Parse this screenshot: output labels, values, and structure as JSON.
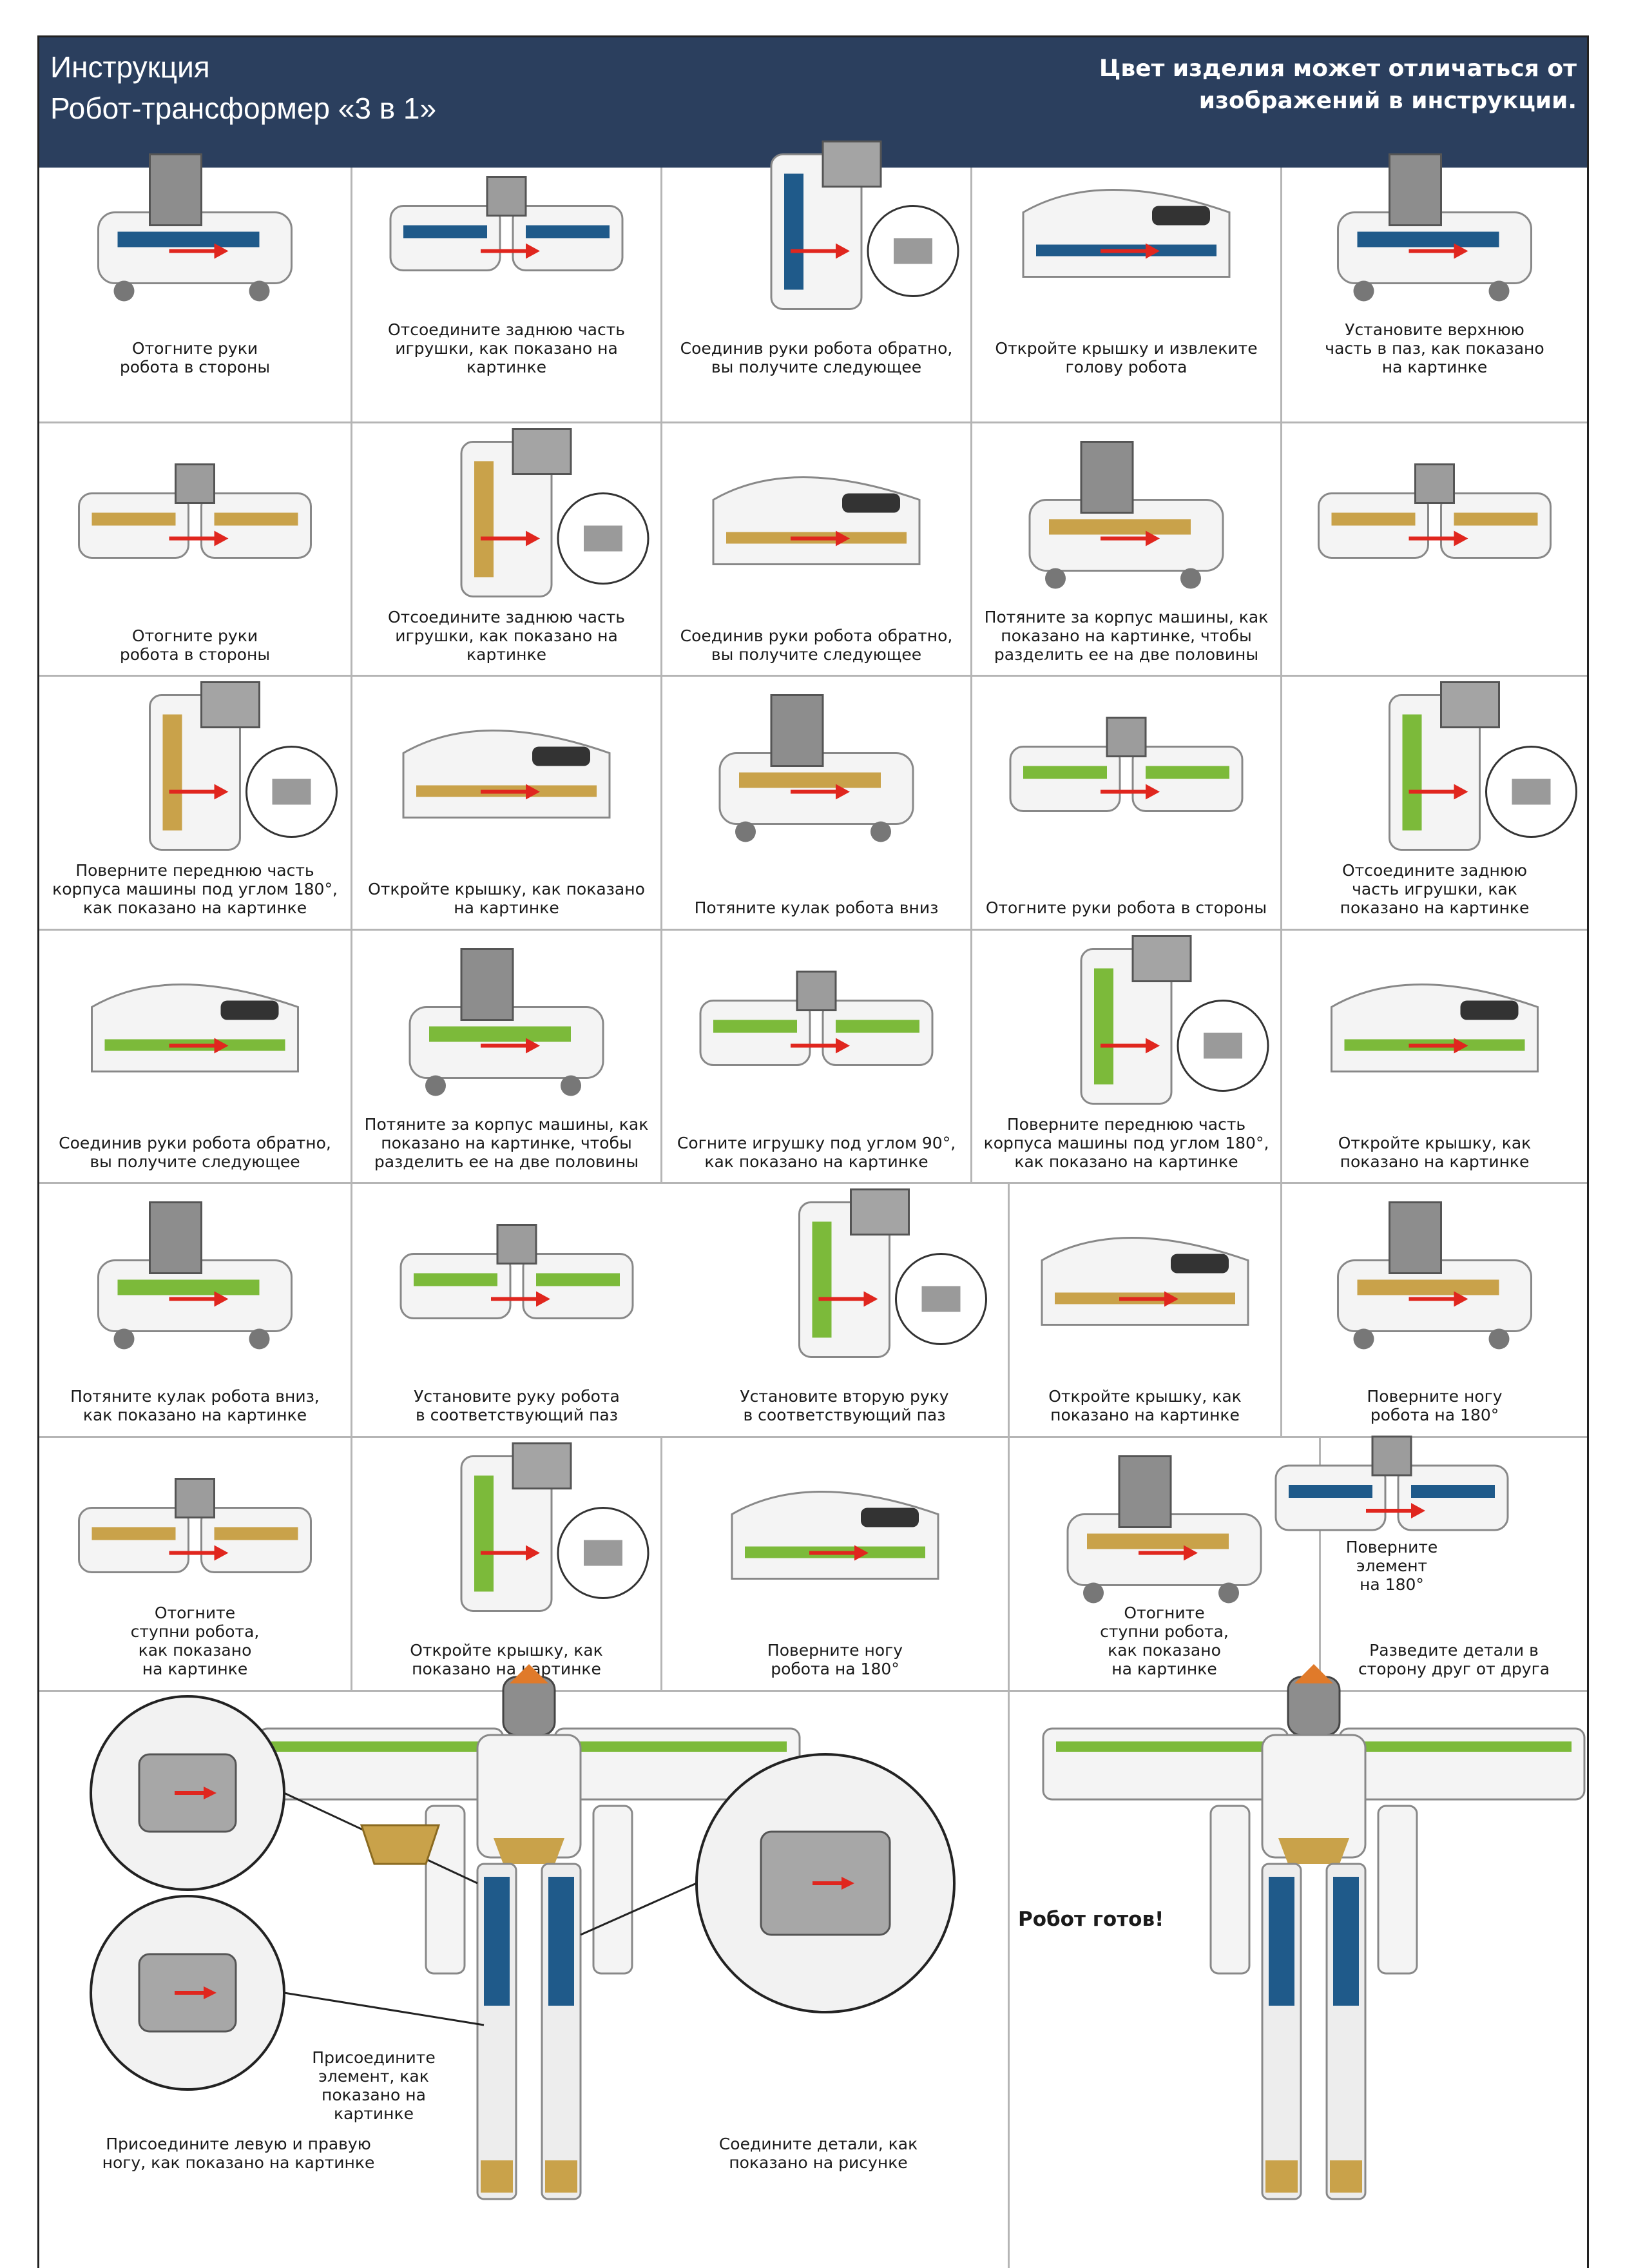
{
  "header": {
    "title_line1": "Инструкция",
    "title_line2": "Робот-трансформер «3 в 1»",
    "note": "Цвет изделия может отличаться от\nизображений в инструкции."
  },
  "colors": {
    "header_bg": "#2b3f5e",
    "blue_body": "#1f5a8a",
    "green_body": "#7cba3a",
    "gold": "#c9a24a",
    "grey": "#9a9a9a",
    "arrow_red": "#e0261e"
  },
  "rows": [
    {
      "cells": [
        {
          "caption": "Отогните руки\nробота в стороны",
          "variant": "blue"
        },
        {
          "caption": "Отсоедините заднюю часть\nигрушки, как показано на картинке",
          "variant": "blue"
        },
        {
          "caption": "Соединив руки робота обратно,\nвы получите следующее",
          "variant": "blue"
        },
        {
          "caption": "Откройте крышку и извлеките\nголову робота",
          "variant": "blue"
        },
        {
          "caption": "Установите верхнюю\nчасть в паз, как показано\nна картинке",
          "variant": "blue"
        }
      ]
    },
    {
      "cells": [
        {
          "caption": "Отогните руки\nробота в стороны",
          "variant": "gold"
        },
        {
          "caption": "Отсоедините заднюю часть\nигрушки, как показано на картинке",
          "variant": "gold"
        },
        {
          "caption": "Соединив руки робота обратно,\nвы получите следующее",
          "variant": "gold"
        },
        {
          "caption": "Потяните за корпус машины, как\nпоказано на картинке, чтобы\nразделить ее на две половины",
          "variant": "gold"
        },
        {
          "caption": "",
          "variant": "gold"
        }
      ]
    },
    {
      "cells": [
        {
          "caption": "Поверните переднюю часть\nкорпуса машины под углом 180°,\nкак показано на картинке",
          "variant": "gold"
        },
        {
          "caption": "Откройте крышку, как показано\nна картинке",
          "variant": "gold"
        },
        {
          "caption": "Потяните кулак робота вниз",
          "variant": "gold"
        },
        {
          "caption": "Отогните руки робота в стороны",
          "variant": "green"
        },
        {
          "caption": "Отсоедините заднюю\nчасть игрушки, как\nпоказано на картинке",
          "variant": "green"
        }
      ]
    },
    {
      "cells": [
        {
          "caption": "Соединив руки робота обратно,\nвы получите следующее",
          "variant": "green"
        },
        {
          "caption": "Потяните за корпус машины, как\nпоказано на картинке, чтобы\nразделить ее на две половины",
          "variant": "green"
        },
        {
          "caption": "Согните игрушку под углом 90°,\nкак показано на картинке",
          "variant": "green"
        },
        {
          "caption": "Поверните переднюю часть\nкорпуса машины под углом 180°,\nкак показано на картинке",
          "variant": "green"
        },
        {
          "caption": "Откройте крышку, как\nпоказано на картинке",
          "variant": "green"
        }
      ]
    },
    {
      "cells": [
        {
          "caption": "Потяните кулак робота вниз,\nкак показано на картинке",
          "variant": "green"
        },
        {
          "caption": "Установите руку робота\nв соответствующий паз",
          "variant": "green"
        },
        {
          "caption": "Установите вторую руку\nв соответствующий паз",
          "variant": "green"
        },
        {
          "caption": "Откройте крышку, как\nпоказано на картинке",
          "variant": "gold"
        },
        {
          "caption": "Поверните ногу\nробота на 180°",
          "variant": "gold"
        }
      ]
    },
    {
      "cells": [
        {
          "caption": "Отогните\nступни робота,\nкак показано\nна картинке",
          "variant": "gold"
        },
        {
          "caption": "Откройте крышку, как\nпоказано на картинке",
          "variant": "green"
        },
        {
          "caption": "Поверните ногу\nробота на 180°",
          "variant": "green"
        },
        {
          "caption": "Отогните\nступни робота,\nкак показано\nна картинке",
          "variant": "gold"
        },
        {
          "caption": "Поверните\nэлемент\nна 180°",
          "variant": "blue"
        },
        {
          "caption": "Разведите детали в\nсторону друг от друга",
          "variant": "blue"
        }
      ]
    }
  ],
  "final": {
    "attach_element": "Присоедините\nэлемент, как\nпоказано на\nкартинке",
    "attach_legs": "Присоедините левую и правую\nногу, как показано на картинке",
    "connect_parts": "Соедините детали, как\nпоказано на рисунке",
    "ready": "Робот готов!"
  }
}
